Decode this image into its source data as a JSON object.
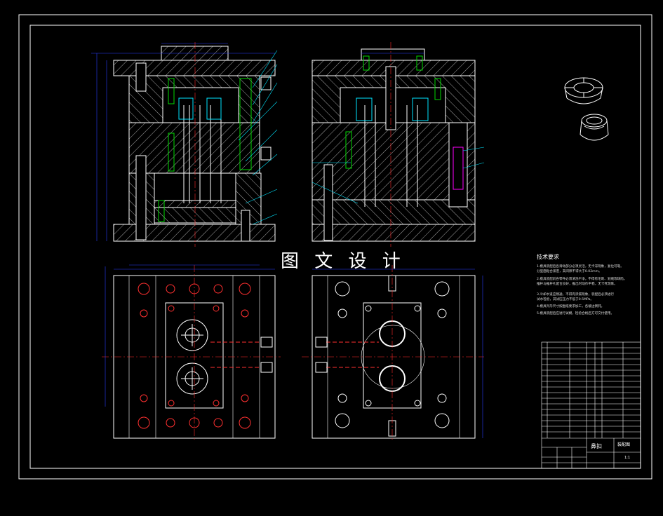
{
  "watermark": "图 文 设 计",
  "tech_requirements": {
    "title": "技术要求",
    "notes": [
      "1.模具装配后各滑动部分必须灵活，无卡滞现象，复位可靠。",
      "  分型面贴合紧密，其间隙不得大于0.02mm。",
      "2.模具装配前各零件必须清洗干净，不得有毛刺、划痕等缺陷，",
      "  推杆与推杆孔配合良好，推出时动作平稳，无卡死现象。",
      "3.冷却水道应畅通，不得有渗漏现象，装配后必须进行",
      "  试水检验，其试压压力不低于0.5MPa。",
      "4.模具外形尺寸按图纸要求加工，各棱边倒钝。",
      "5.模具装配后应进行试模，检验合格后方可交付使用。"
    ]
  },
  "title_block": {
    "part_name": "鼻扣",
    "drawing_type": "装配图",
    "scale": "1:1"
  },
  "colors": {
    "frame": "#ffffff",
    "outline": "#ffffff",
    "hatch": "#d8d8d8",
    "dimension": "#2a3cff",
    "centerline": "#ff2a2a",
    "leader": "#00e5ff",
    "bolt": "#00d800",
    "part": "#ff00ff",
    "hole": "#ff3030"
  }
}
